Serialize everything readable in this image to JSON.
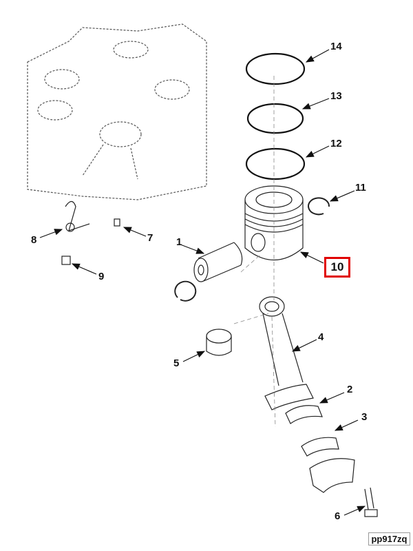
{
  "diagram": {
    "callouts": [
      "1",
      "2",
      "3",
      "4",
      "5",
      "6",
      "7",
      "8",
      "9",
      "10",
      "11",
      "12",
      "13",
      "14"
    ],
    "highlighted_callout": "10",
    "highlight_color": "#e00000",
    "figure_id": "pp917zq"
  }
}
